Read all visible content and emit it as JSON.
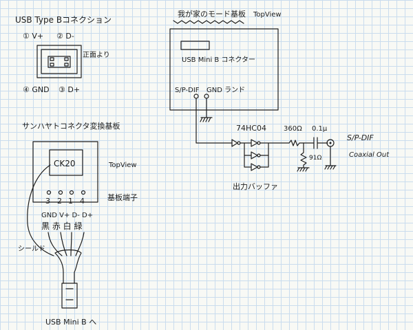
{
  "usb_b": {
    "title": "USB Type Bコネクション",
    "pin1": "① V+",
    "pin2": "② D-",
    "pin3": "③ D+",
    "pin4": "④ GND",
    "front_note": "正面より"
  },
  "mainboard": {
    "title": "我が家のモード基板",
    "view": "TopView",
    "connector": "USB Mini B コネクター",
    "spdif": "S/P-DIF",
    "gnd": "GND ランド"
  },
  "buffer": {
    "ic": "74HC04",
    "r1": "360Ω",
    "r2": "91Ω",
    "cap": "0.1μ",
    "label": "出力バッファ",
    "out1": "S/P-DIF",
    "out2": "Coaxial Out"
  },
  "adapter": {
    "title": "サンハヤトコネクタ変換基板",
    "chip": "CK20",
    "view": "TopView",
    "pin_numbers": [
      "3",
      "2",
      "1",
      "4"
    ],
    "terminal_label": "基板端子",
    "wire_names": "GND V+ D- D+",
    "wire_colors": "黒 赤 白 緑",
    "shield": "シールド",
    "cable_to": "USB Mini B へ"
  }
}
